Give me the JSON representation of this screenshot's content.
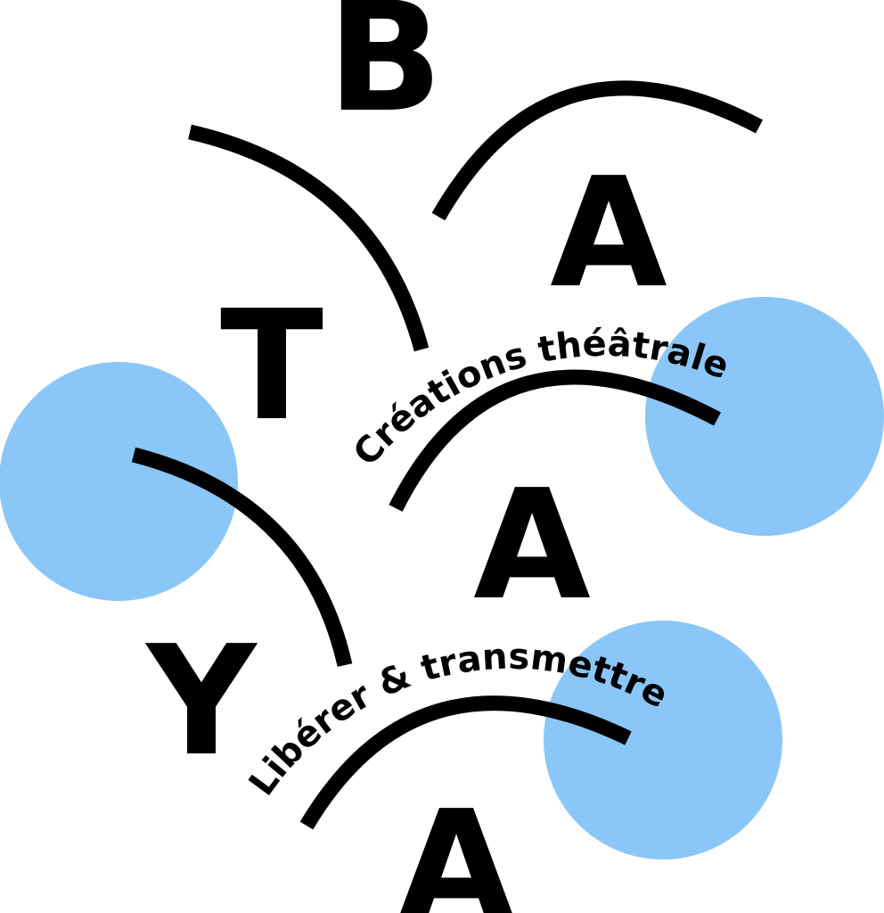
{
  "logo": {
    "letters": [
      "B",
      "A",
      "T",
      "A",
      "Y",
      "A"
    ],
    "tagline_1": "Créations théâtrales",
    "tagline_2": "Libérer & transmettre"
  },
  "colors": {
    "ink": "#000000",
    "circle": "#8ac6f8",
    "background": "#ffffff"
  }
}
